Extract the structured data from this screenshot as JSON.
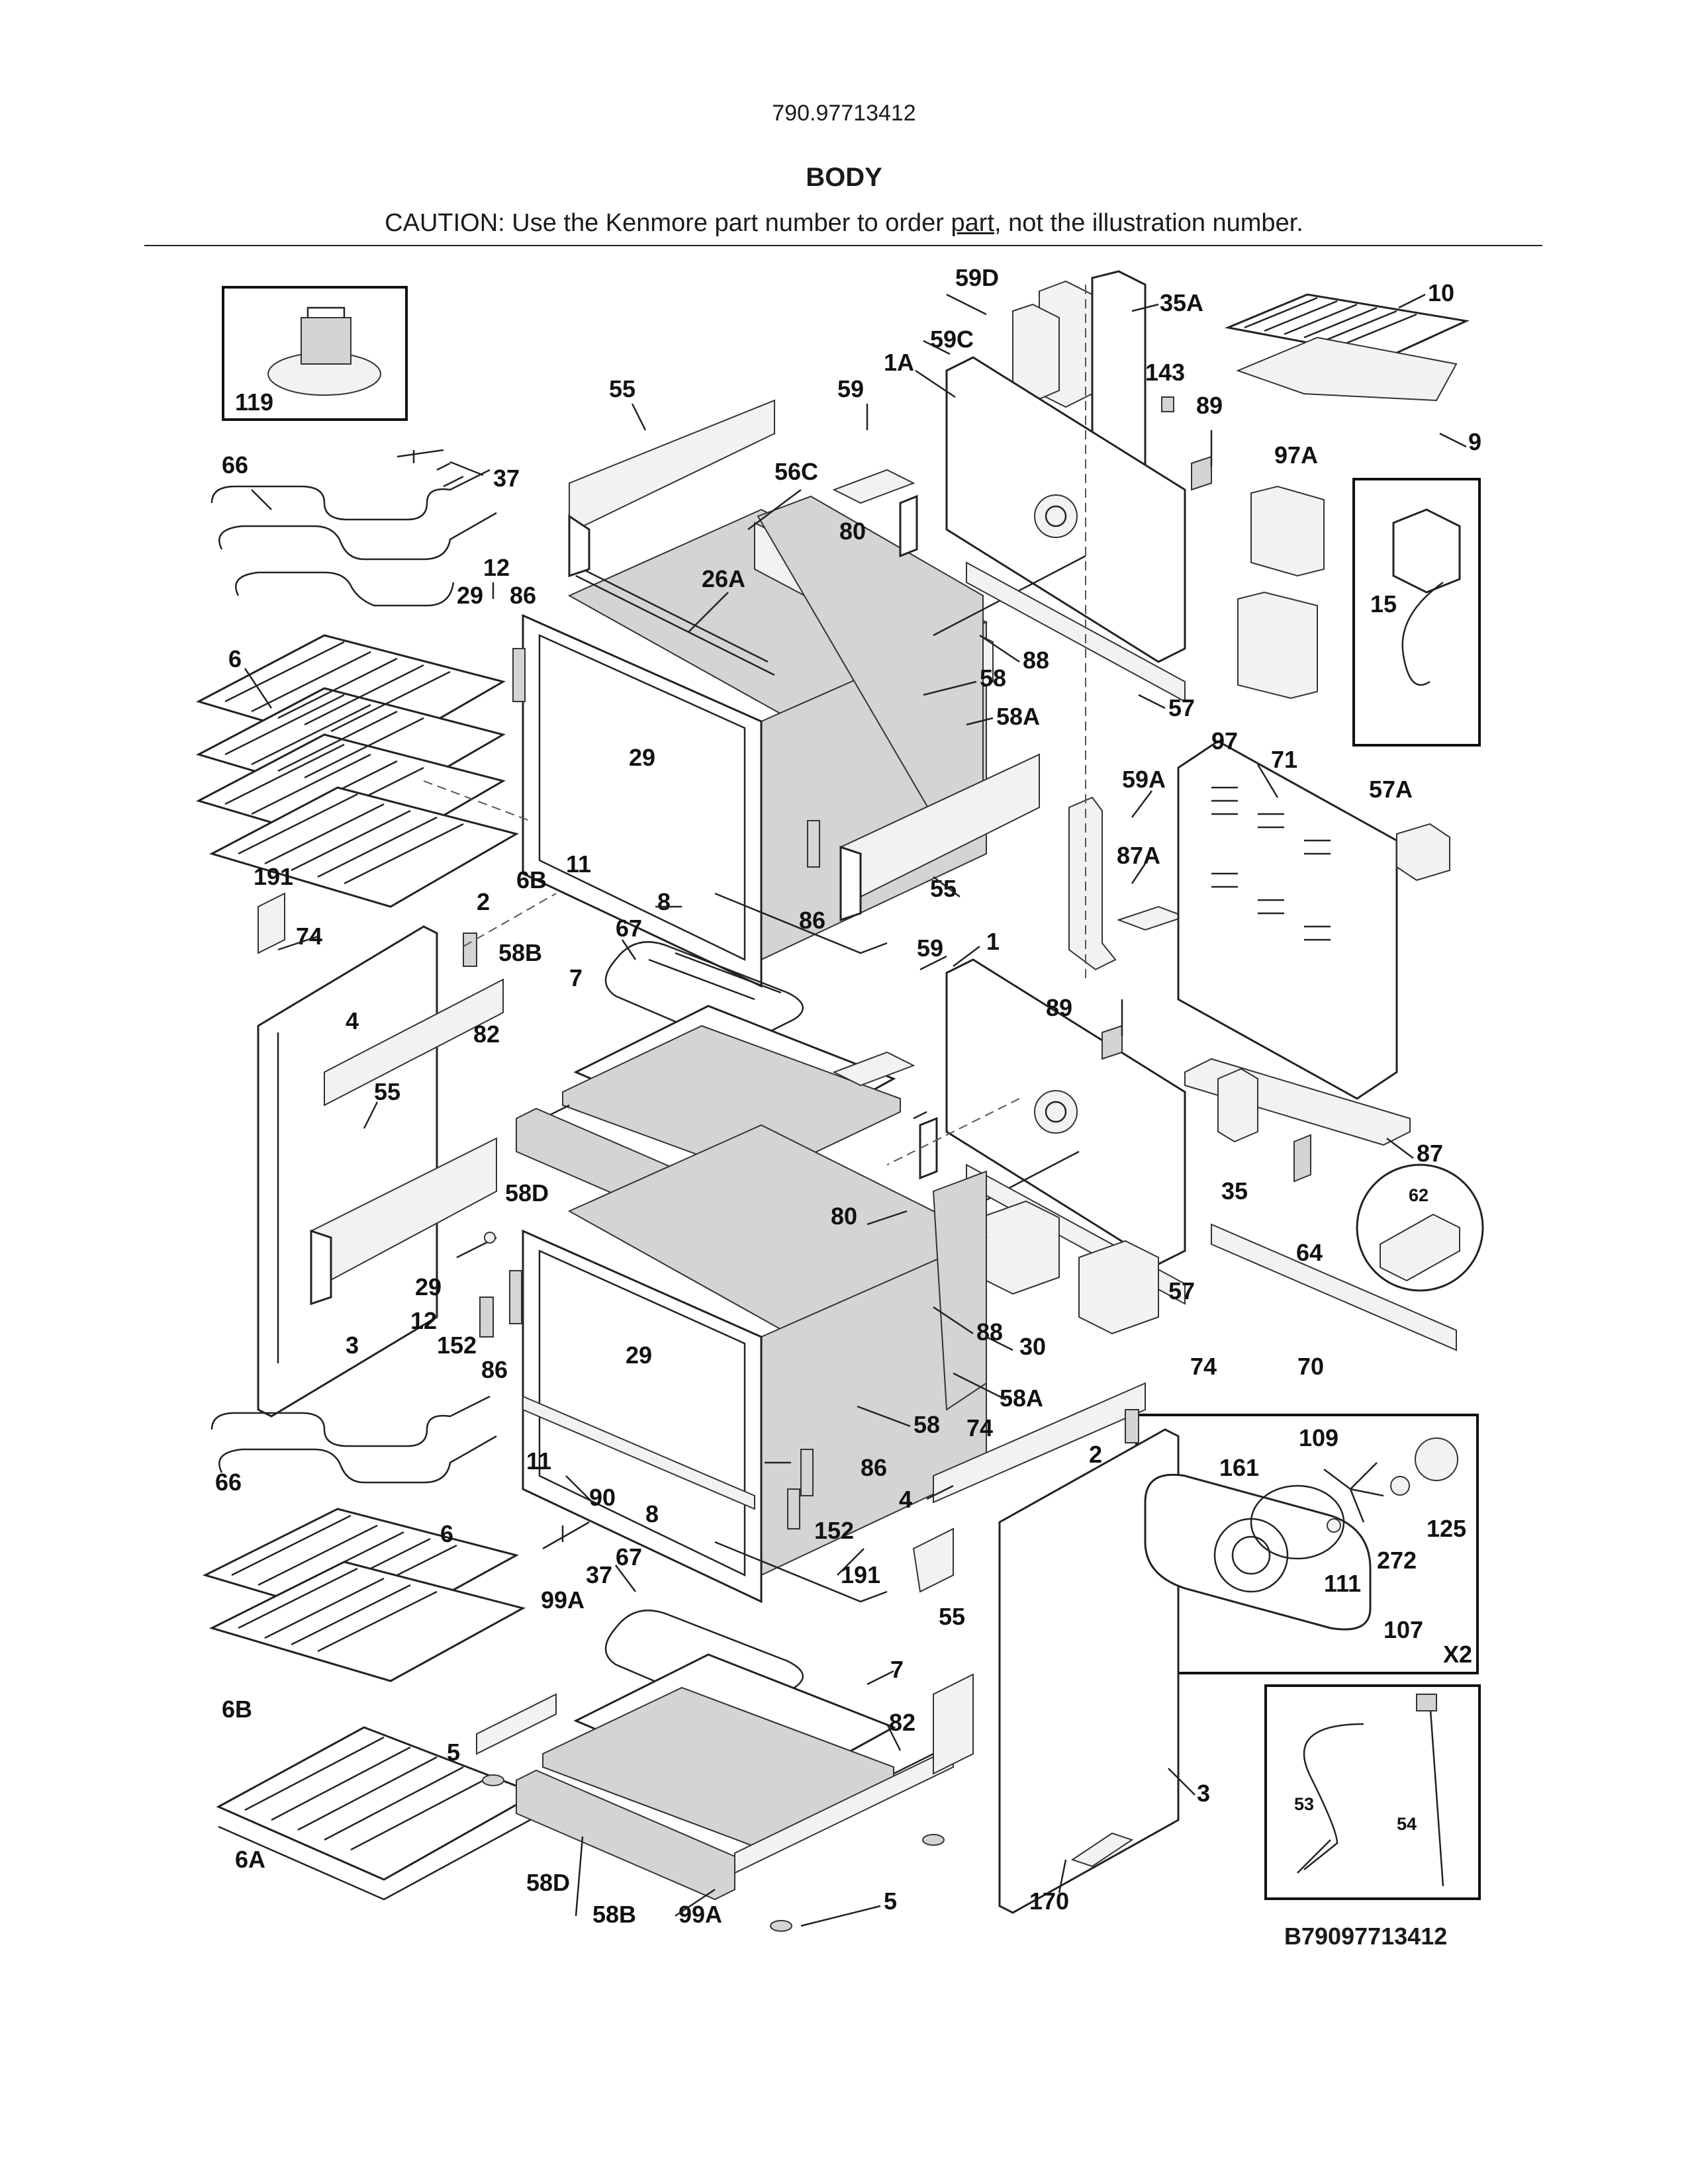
{
  "header": {
    "model_number": "790.97713412",
    "section_title": "BODY",
    "caution_before": "CAUTION: Use the Kenmore part number to order ",
    "caution_link": "part",
    "caution_after": ", not the illustration number."
  },
  "footer": {
    "diagram_id": "B79097713412"
  },
  "callouts": {
    "c119": "119",
    "c66a": "66",
    "c37a": "37",
    "c55a": "55",
    "c56C": "56C",
    "c12a": "12",
    "c29a": "29",
    "c86a": "86",
    "c26A": "26A",
    "c6a": "6",
    "c29b": "29",
    "c11a": "11",
    "c58a": "58",
    "c58Aa": "58A",
    "c6Ba": "6B",
    "c59D": "59D",
    "c35A": "35A",
    "c10": "10",
    "c59C": "59C",
    "c1A": "1A",
    "c143": "143",
    "c59a": "59",
    "c89a": "89",
    "c9": "9",
    "c97A": "97A",
    "c80a": "80",
    "c15": "15",
    "c88a": "88",
    "c57a": "57",
    "c97": "97",
    "c59A": "59A",
    "c71": "71",
    "c57A": "57A",
    "c55b": "55",
    "c86b": "86",
    "c87A": "87A",
    "c191a": "191",
    "c2a": "2",
    "c74a": "74",
    "c8a": "8",
    "c67a": "67",
    "c58B": "58B",
    "c59b": "59",
    "c1": "1",
    "c7a": "7",
    "c4a": "4",
    "c82a": "82",
    "c89b": "89",
    "c55c": "55",
    "c58Da": "58D",
    "c87": "87",
    "c35": "35",
    "c62": "62",
    "c80b": "80",
    "c64": "64",
    "c29c": "29",
    "c12b": "12",
    "c152a": "152",
    "c3a": "3",
    "c86c": "86",
    "c29d": "29",
    "c88b": "88",
    "c57b": "57",
    "c30": "30",
    "c70": "70",
    "c74b": "74",
    "c58Ab": "58A",
    "c58b": "58",
    "c66b": "66",
    "c11b": "11",
    "c90": "90",
    "c86d": "86",
    "c74c": "74",
    "c2b": "2",
    "c109": "109",
    "c161": "161",
    "c125": "125",
    "c4b": "4",
    "c152b": "152",
    "c272": "272",
    "c111": "111",
    "c8b": "8",
    "c6b": "6",
    "c37b": "37",
    "c191b": "191",
    "c67b": "67",
    "c99Aa": "99A",
    "c107": "107",
    "c7b": "7",
    "cX2": "X2",
    "c55d": "55",
    "c6Bb": "6B",
    "c82b": "82",
    "c5a": "5",
    "c3b": "3",
    "c53": "53",
    "c54": "54",
    "c6A": "6A",
    "c58Db": "58D",
    "c58Bb": "58B",
    "c99Ab": "99A",
    "c5b": "5",
    "c170": "170"
  }
}
